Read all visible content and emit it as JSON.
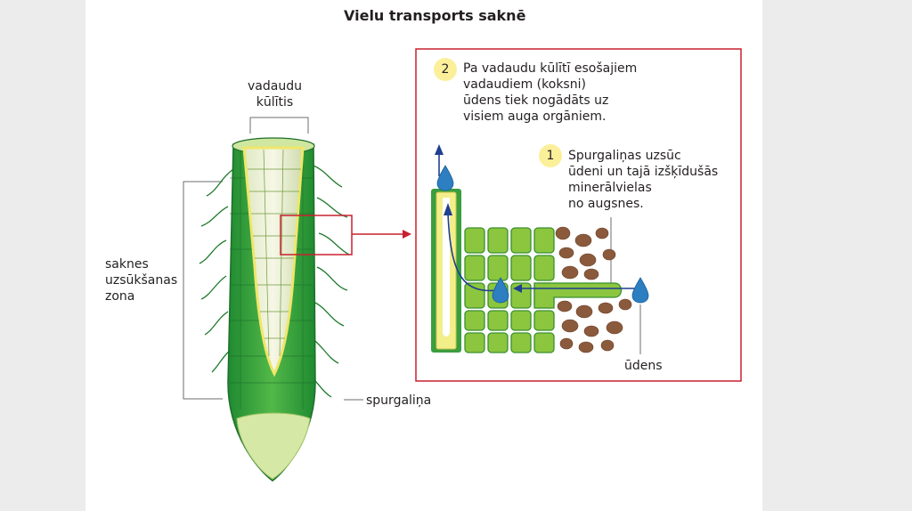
{
  "title": "Vielu transports saknē",
  "labels": {
    "vascular_bundle": [
      "vadaudu",
      "kūlītis"
    ],
    "absorption_zone": [
      "saknes",
      "uzsūkšanas",
      "zona"
    ],
    "root_hair": "spurgaliņa",
    "water": "ūdens"
  },
  "steps": [
    {
      "number": "1",
      "lines": [
        "Spurgaliņas uzsūc",
        "ūdeni un tajā izšķīdušās",
        "minerālvielas",
        "no augsnes."
      ]
    },
    {
      "number": "2",
      "lines": [
        "Pa vadaudu kūlītī esošajiem",
        "vadaudiem (koksni)",
        "ūdens tiek nogādāts uz",
        "visiem auga orgāniem."
      ]
    }
  ],
  "colors": {
    "frame": "#c8202f",
    "badge": "#fbef9a",
    "root_green": "#2e9e3c",
    "cell_green": "#8cc63f",
    "xylem_yellow": "#f2ee8a",
    "water_blue": "#2d7fc1",
    "soil_brown": "#8b5a3c"
  }
}
